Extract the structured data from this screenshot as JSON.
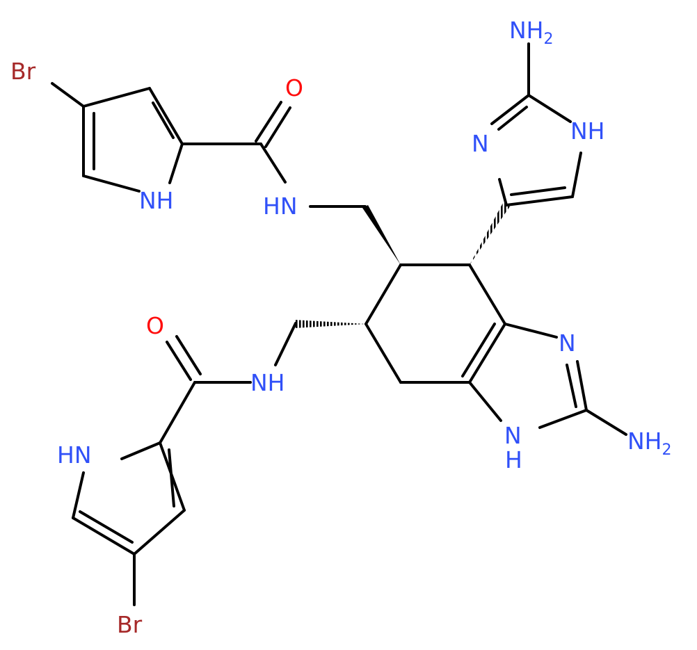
{
  "colors": {
    "bond": "#000000",
    "nitrogen": "#3050F8",
    "oxygen": "#FF0D0D",
    "bromine": "#A62929",
    "background": "#FFFFFF"
  },
  "atoms": {
    "br1": "Br",
    "o1": "O",
    "nh_pyrrole1": "NH",
    "nh_amide1": "HN",
    "nh2_top_main": "NH",
    "nh2_top_sub": "2",
    "n_imid_top": "N",
    "nh_imid_top": "NH",
    "o2": "O",
    "nh_amide2": "NH",
    "n_benzimid": "N",
    "nh_pyrrole2": "HN",
    "nh_benzimid_n": "N",
    "nh_benzimid_h": "H",
    "nh2_bottom_main": "NH",
    "nh2_bottom_sub": "2",
    "br2": "Br"
  }
}
